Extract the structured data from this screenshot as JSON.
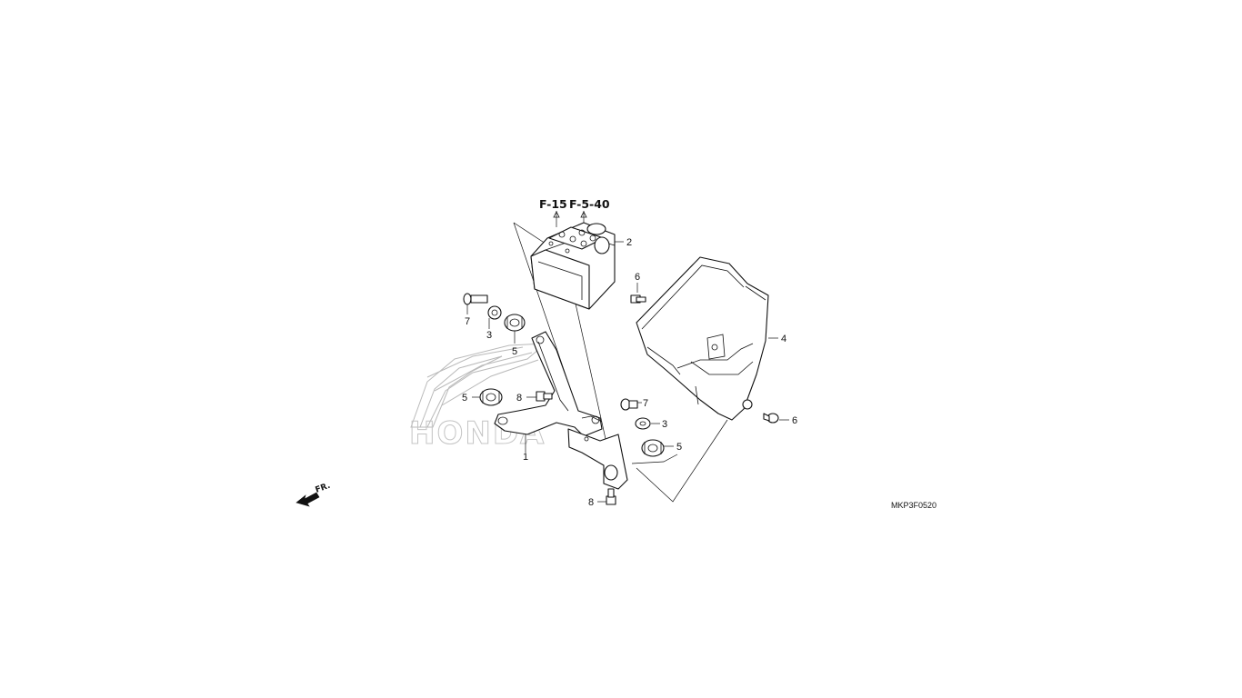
{
  "diagram": {
    "drawing_code": "MKP3F0520",
    "front_label": "FR.",
    "references": {
      "ref_1": "F-15",
      "ref_2": "F-5-40"
    },
    "callouts": {
      "c_bracket": "1",
      "c_modulator": "2",
      "c_collar_left": "3",
      "c_collar_right": "3",
      "c_cover": "4",
      "c_grommet_upper": "5",
      "c_grommet_left": "5",
      "c_grommet_right": "5",
      "c_bolt_cover_top": "6",
      "c_bolt_cover_right": "6",
      "c_screw_left": "7",
      "c_screw_right": "7",
      "c_bolt_bracket_mid": "8",
      "c_bolt_bracket_bottom": "8"
    },
    "watermark_text": "HONDA"
  }
}
